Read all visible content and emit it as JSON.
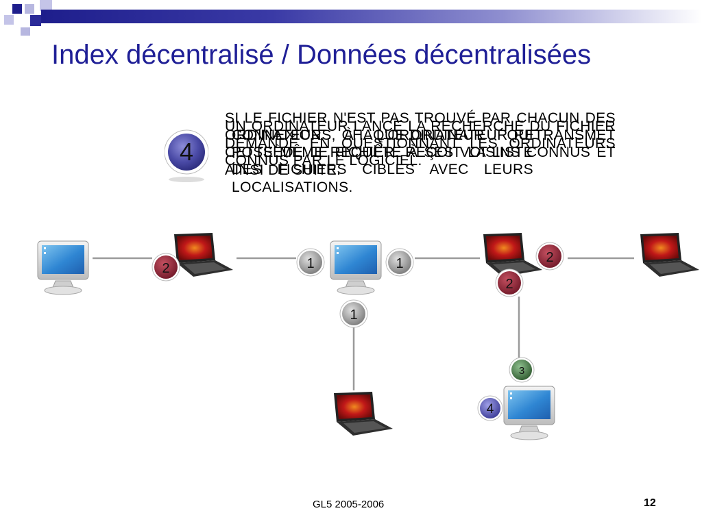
{
  "slide": {
    "title": "Index décentralisé / Données décentralisées",
    "overlay_text_1": "Si le fichier n'est pas trouvé par chacun des ordinateurs, chaque ordinateur retransmet cette même requête à ses voisins connus et ainsi de suite.",
    "overlay_text_2": "Connexion à l'ordinateur qui possède le fichier. Reçoit la liste des fichiers cibles avec leurs localisations.",
    "overlay_text_3": "Un ordinateur lance la recherche du fichier demandé en questionnant les ordinateurs connus par le logiciel.",
    "big_step": "4",
    "footer_left": "GL5 2005-2006",
    "page_number": "12"
  },
  "badges": {
    "left_laptop": "2",
    "center_left": "1",
    "center_right": "1",
    "center_down": "1",
    "right_laptop_right": "2",
    "right_laptop_down": "2",
    "bottom_link": "3",
    "bottom_target": "4"
  },
  "colors": {
    "title": "#1f1f96",
    "badge_gray": "#8a8a8a",
    "badge_maroon": "#8b2232",
    "badge_green": "#3c6e3c",
    "badge_blue": "#4a4aa6",
    "link_line": "#9a9a9a"
  }
}
